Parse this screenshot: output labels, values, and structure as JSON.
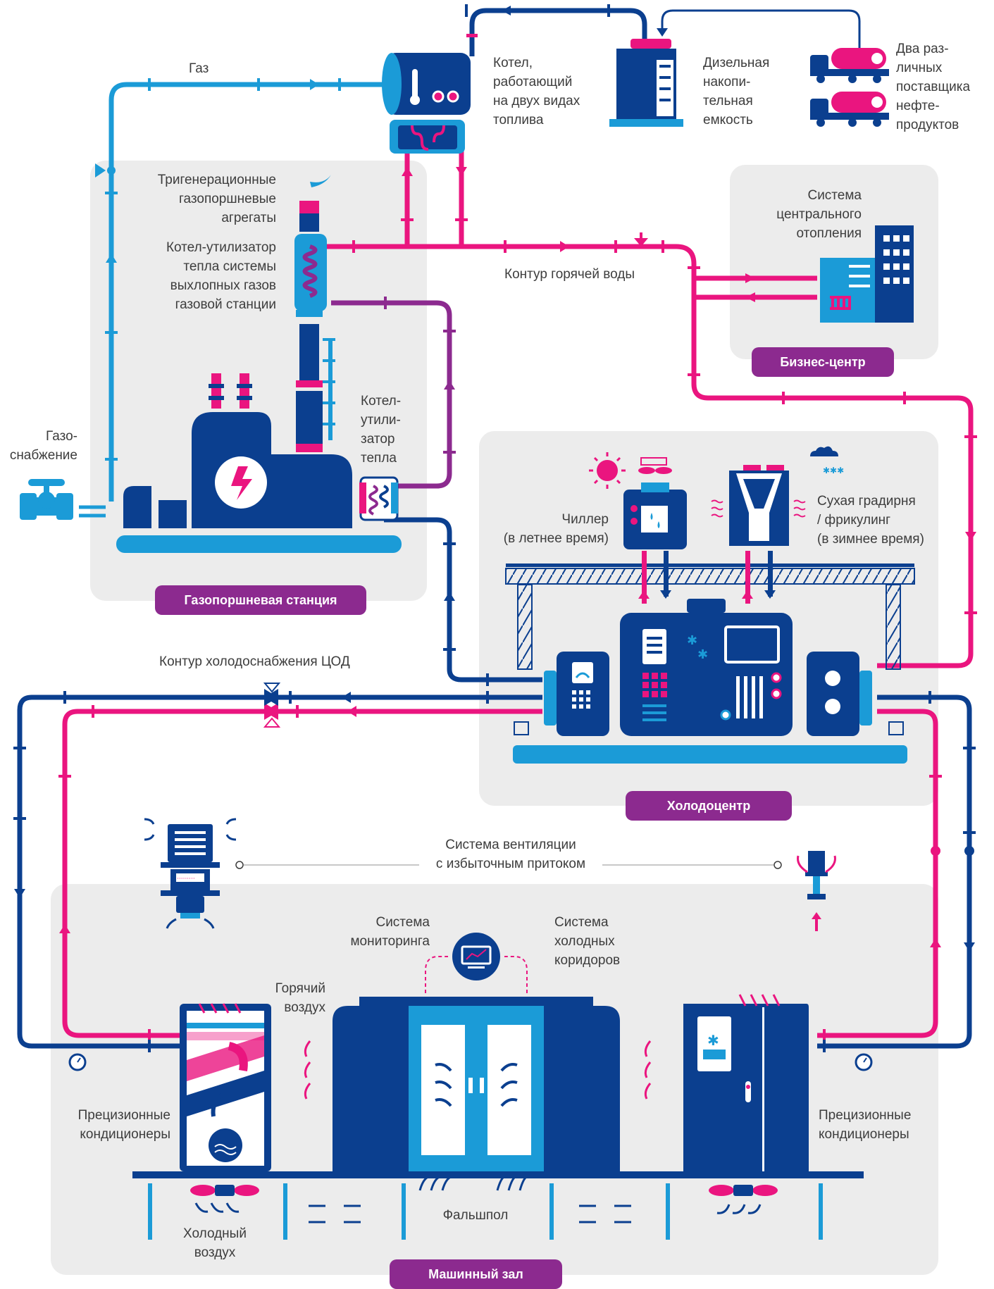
{
  "colors": {
    "light_blue": "#1b9bd7",
    "dark_blue": "#0b3f8f",
    "pink": "#ea157f",
    "purple": "#8c2a8f",
    "panel_gray": "#ececec"
  },
  "labels": {
    "gas": "Газ",
    "gas_supply": "Газо-\nснабжение",
    "boiler": "Котел,\nработающий\nна двух видах\nтоплива",
    "diesel_tank": "Дизельная\nнакопи-\nтельная\nемкость",
    "suppliers": "Два раз-\nличных\nпоставщика\nнефте-\nпродуктов",
    "trigeneration": "Тригенерационные\nгазопоршневые\nагрегаты",
    "exhaust_boiler": "Котел-утилизатор\nтепла системы\nвыхлопных газов\nгазовой станции",
    "heat_recovery_boiler": "Котел-\nутили-\nзатор\nтепла",
    "hot_water_loop": "Контур горячей воды",
    "central_heating": "Система\nцентрального\nотопления",
    "chiller": "Чиллер\n(в летнее время)",
    "dry_cooler": "Сухая градирня\n/ фрикулинг\n(в зимнее время)",
    "cooling_loop": "Контур холодоснабжения ЦОД",
    "ventilation": "Система вентиляции\nс избыточным притоком",
    "monitoring": "Система\nмониторинга",
    "cold_corridors": "Система\nхолодных\nкоридоров",
    "hot_air": "Горячий\nвоздух",
    "precision_ac_left": "Прецизионные\nкондиционеры",
    "precision_ac_right": "Прецизионные\nкондиционеры",
    "raised_floor": "Фальшпол",
    "cold_air": "Холодный\nвоздух"
  },
  "badges": {
    "gas_station": "Газопоршневая станция",
    "business_center": "Бизнес-центр",
    "cooling_center": "Холодоцентр",
    "machine_room": "Машинный зал"
  },
  "icons": [
    "valve-icon",
    "boiler-icon",
    "diesel-tank-icon",
    "fuel-truck-icon",
    "generator-icon",
    "chimney-icon",
    "heat-exchanger-icon",
    "building-icon",
    "radiator-icon",
    "sun-icon",
    "snow-cloud-icon",
    "chiller-icon",
    "dry-cooler-icon",
    "chiller-unit-icon",
    "ventilation-unit-icon",
    "roof-vent-icon",
    "monitoring-icon",
    "server-rack-icon",
    "precision-ac-icon",
    "fan-icon",
    "gauge-icon"
  ]
}
